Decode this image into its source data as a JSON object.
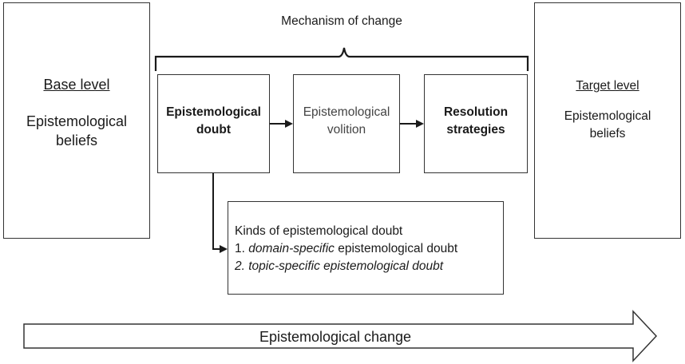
{
  "mechanism_label": "Mechanism of change",
  "base": {
    "heading": "Base level",
    "line1": "Epistemological",
    "line2": "beliefs"
  },
  "target": {
    "heading": "Target level",
    "line1": "Epistemological",
    "line2": "beliefs"
  },
  "doubt": {
    "line1": "Epistemological",
    "line2": "doubt"
  },
  "volition": {
    "line1": "Epistemological",
    "line2": "volition"
  },
  "resolution": {
    "line1": "Resolution",
    "line2": "strategies"
  },
  "kinds": {
    "title": "Kinds of epistemological doubt",
    "item1_prefix": "1. ",
    "item1_italic": "domain-specific",
    "item1_rest": " epistemological doubt",
    "item2": "2. topic-specific epistemological doubt"
  },
  "change_label": "Epistemological change",
  "colors": {
    "stroke": "#333333",
    "text": "#1a1a1a",
    "background": "#ffffff"
  }
}
